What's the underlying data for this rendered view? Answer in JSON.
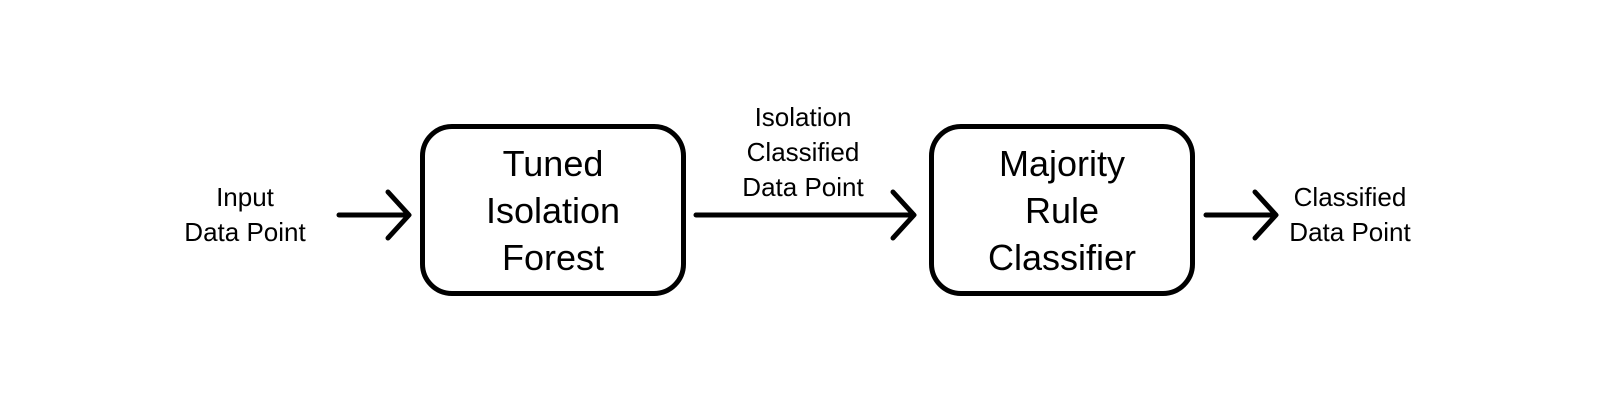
{
  "input": {
    "lines": [
      "Input",
      "Data Point"
    ]
  },
  "isolation_forest": {
    "lines": [
      "Tuned",
      "Isolation",
      "Forest"
    ]
  },
  "intermediate": {
    "lines": [
      "Isolation",
      "Classified",
      "Data Point"
    ]
  },
  "majority_rule": {
    "lines": [
      "Majority",
      "Rule",
      "Classifier"
    ]
  },
  "output": {
    "lines": [
      "Classified",
      "Data Point"
    ]
  },
  "colors": {
    "stroke": "#000000",
    "background": "#ffffff"
  }
}
